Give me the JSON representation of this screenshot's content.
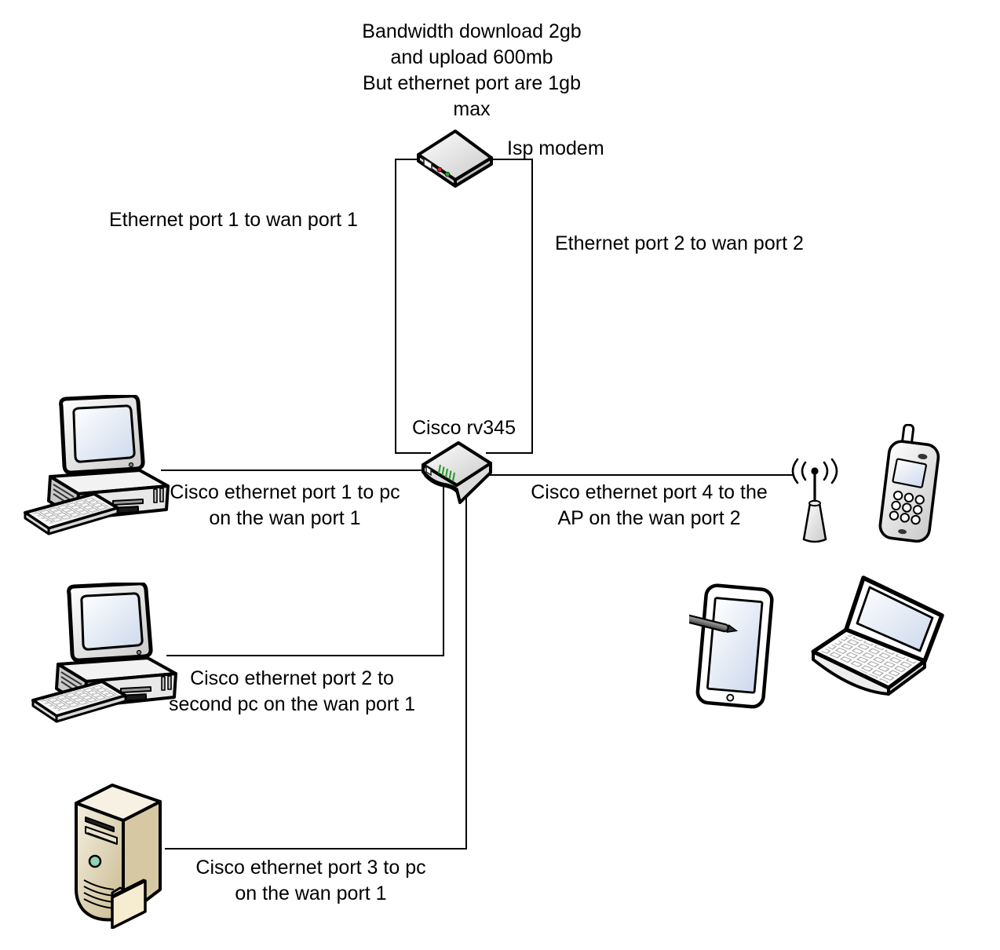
{
  "diagram": {
    "bandwidth_note": "Bandwidth download 2gb\nand upload 600mb\nBut ethernet port are 1gb\nmax",
    "modem_label": "Isp modem",
    "router_label": "Cisco rv345",
    "link_labels": {
      "modem_wan1": "Ethernet port 1  to wan port 1",
      "modem_wan2": "Ethernet port 2  to wan port 2",
      "pc1": "Cisco ethernet port 1 to pc\non the wan port 1",
      "pc2": "Cisco ethernet port 2 to\nsecond pc on the wan port 1",
      "server": "Cisco ethernet port 3 to pc\non the wan port 1",
      "ap": "Cisco ethernet port 4 to the\nAP on the wan port 2"
    },
    "devices": [
      {
        "id": "isp-modem",
        "icon": "modem-icon"
      },
      {
        "id": "cisco-rv345",
        "icon": "router-icon"
      },
      {
        "id": "pc-1",
        "icon": "desktop-pc-icon"
      },
      {
        "id": "pc-2",
        "icon": "desktop-pc-icon"
      },
      {
        "id": "file-server",
        "icon": "server-tower-icon"
      },
      {
        "id": "access-point",
        "icon": "antenna-icon"
      },
      {
        "id": "cell-phone",
        "icon": "cell-phone-icon"
      },
      {
        "id": "tablet",
        "icon": "tablet-stylus-icon"
      },
      {
        "id": "laptop",
        "icon": "laptop-icon"
      }
    ],
    "colors": {
      "line": "#000000",
      "text": "#000000",
      "device_fill": "#f2f2f2",
      "server_tan": "#d9cba6",
      "led_green": "#2f9e2f",
      "led_red": "#bb3333",
      "power_button_teal": "#8fd4b2",
      "screen_blue": "#dde6f2"
    }
  }
}
